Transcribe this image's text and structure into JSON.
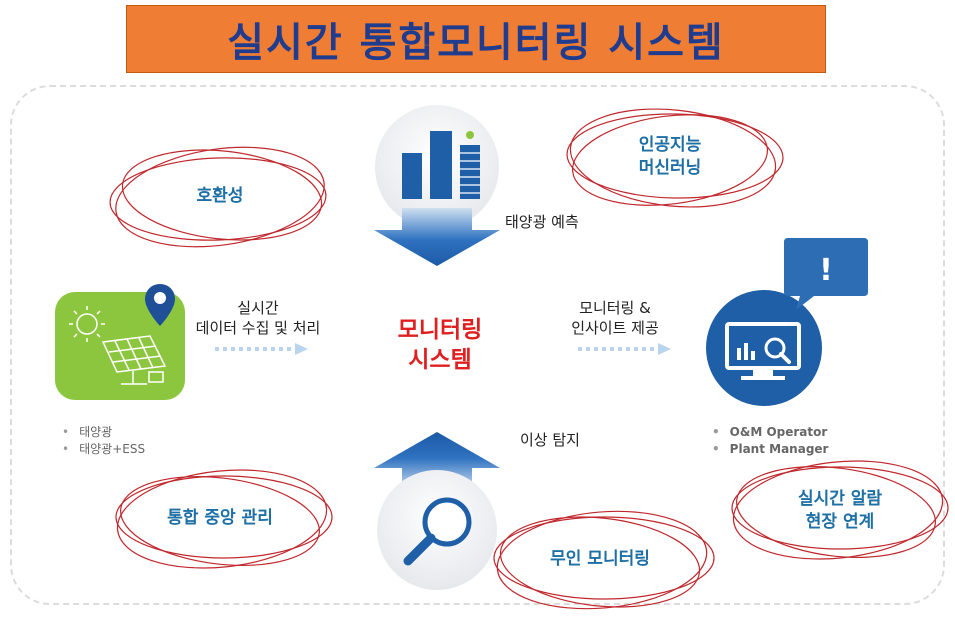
{
  "title": "실시간 통합모니터링 시스템",
  "center": {
    "line1": "모니터링",
    "line2": "시스템"
  },
  "features": {
    "compat": "호환성",
    "ai_line1": "인공지능",
    "ai_line2": "머신러닝",
    "central": "통합 중앙 관리",
    "unmanned": "무인 모니터링",
    "alarm_line1": "실시간 알람",
    "alarm_line2": "현장 연계"
  },
  "flows": {
    "forecast": "태양광 예측",
    "anomaly": "이상 탐지",
    "collect_line1": "실시간",
    "collect_line2": "데이터 수집 및 처리",
    "insight_line1": "모니터링 &",
    "insight_line2": "인사이트 제공"
  },
  "sources": [
    "태양광",
    "태양광+ESS"
  ],
  "users": [
    "O&M Operator",
    "Plant Manager"
  ],
  "colors": {
    "title_bg": "#f07d34",
    "title_text": "#1f3c8f",
    "accent_blue": "#1f5fa8",
    "green": "#8cc63f",
    "ring_red": "#c0282d",
    "center_red": "#e02020"
  },
  "icons": [
    "bar-chart-icon",
    "down-arrow-icon",
    "up-arrow-icon",
    "magnifier-icon",
    "solar-panel-icon",
    "location-pin-icon",
    "monitor-icon",
    "alert-icon"
  ]
}
